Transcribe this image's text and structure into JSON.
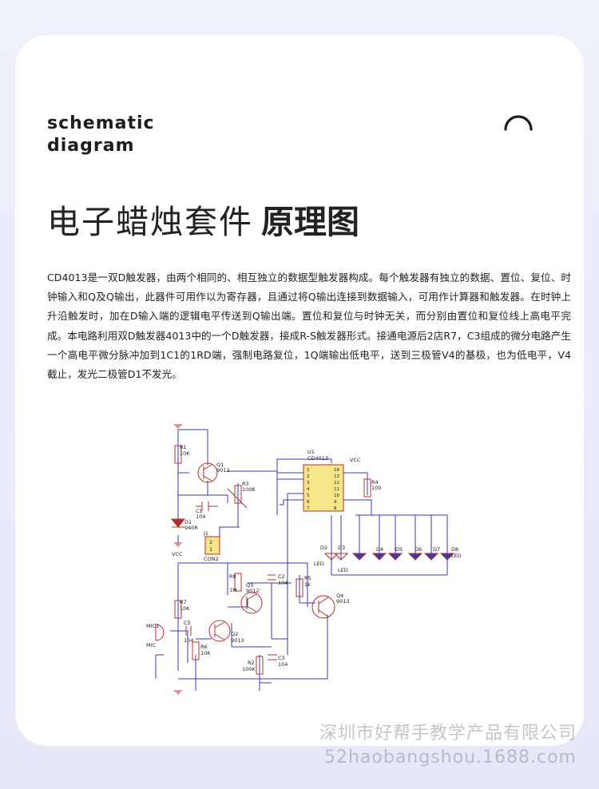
{
  "header": {
    "en_line1": "schematic",
    "en_line2": "diagram",
    "cn_title_light": "电子蜡烛套件",
    "cn_title_bold": "原理图"
  },
  "description": "CD4013是一双D触发器，由两个相同的、相互独立的数据型触发器构成。每个触发器有独立的数据、置位、复位、时钟输入和Q及Q输出，此器件可用作以为寄存器，且通过将Q输出连接到数据输入，可用作计算器和触发器。在时钟上升沿触发时，加在D输入端的逻辑电平传送到Q输出端。置位和复位与时钟无关，而分别由置位和复位线上高电平完成。本电路利用双D触发器4013中的一个D触发器，接成R-S触发器形式。接通电源后2店R7，C3组成的微分电路产生一个高电平微分脉冲加到1C1的1RD端，强制电路复位，1Q端输出低电平，送到三极管V4的基极，也为低电平，V4截止，发光二极管D1不发光。",
  "schematic": {
    "labels": {
      "r1": "R1",
      "r1_val": "10K",
      "q1": "Q1",
      "q1_val": "9012",
      "r3": "R3",
      "r3_val": "100K",
      "c1": "C1",
      "c1_val": "104",
      "d1": "D1",
      "d1_val": "940R",
      "j1": "J1",
      "j1_p2": "2",
      "j1_p1": "1",
      "con2": "CON2",
      "u1": "U1",
      "u1_val": "CD4013",
      "vcc1": "VCC",
      "vcc2": "VCC",
      "r4": "R4",
      "r4_val": "100",
      "d2": "D2",
      "d3": "D3",
      "d4": "D4",
      "d5": "D5",
      "d6": "D6",
      "d7": "D7",
      "d8": "D8",
      "led1": "LED",
      "led2": "LED",
      "led3": "LED",
      "r8": "R8",
      "r8_val": "1M",
      "c2": "C2",
      "c2_val": "104",
      "q3": "Q3",
      "q3_val": "9012",
      "r5": "R5",
      "r5_val": "1k",
      "q4": "Q4",
      "q4_val": "9013",
      "r7": "R7",
      "r7_val": "10K",
      "mic1": "MIC1",
      "mic": "MIC",
      "c5": "C5",
      "c5_val": "104",
      "q2": "Q2",
      "q2_val": "9013",
      "r6": "R6",
      "r6_val": "10K",
      "r2": "R2",
      "r2_val": "100K",
      "c3": "C3",
      "c3_val": "104",
      "pins_left": [
        "1",
        "2",
        "3",
        "4",
        "5",
        "6",
        "7"
      ],
      "pins_right": [
        "14",
        "13",
        "12",
        "11",
        "10",
        "9",
        "8"
      ]
    }
  },
  "watermark": {
    "company": "深圳市好帮手教学产品有限公司",
    "url": "52haobangshou.1688.com"
  },
  "colors": {
    "wire": "#3a3aa8",
    "component": "#b03030",
    "text": "#222222"
  }
}
